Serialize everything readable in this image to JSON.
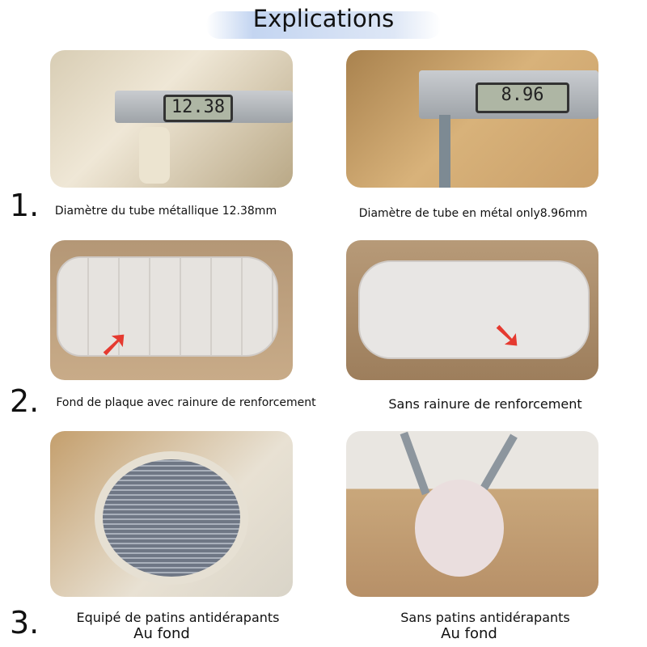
{
  "title": "Explications",
  "rows": [
    {
      "number": "1.",
      "left_caption": "Diamètre du tube métallique 12.38mm",
      "right_caption": "Diamètre de tube en métal only8.96mm",
      "left_reading": "12.38",
      "right_reading": "8.96"
    },
    {
      "number": "2.",
      "left_caption": "Fond de plaque avec rainure de renforcement",
      "right_caption": "Sans rainure de renforcement"
    },
    {
      "number": "3.",
      "left_caption": "Equipé de patins antidérapants",
      "left_caption_2": "Au fond",
      "right_caption": "Sans patins antidérapants",
      "right_caption_2": "Au fond"
    }
  ]
}
